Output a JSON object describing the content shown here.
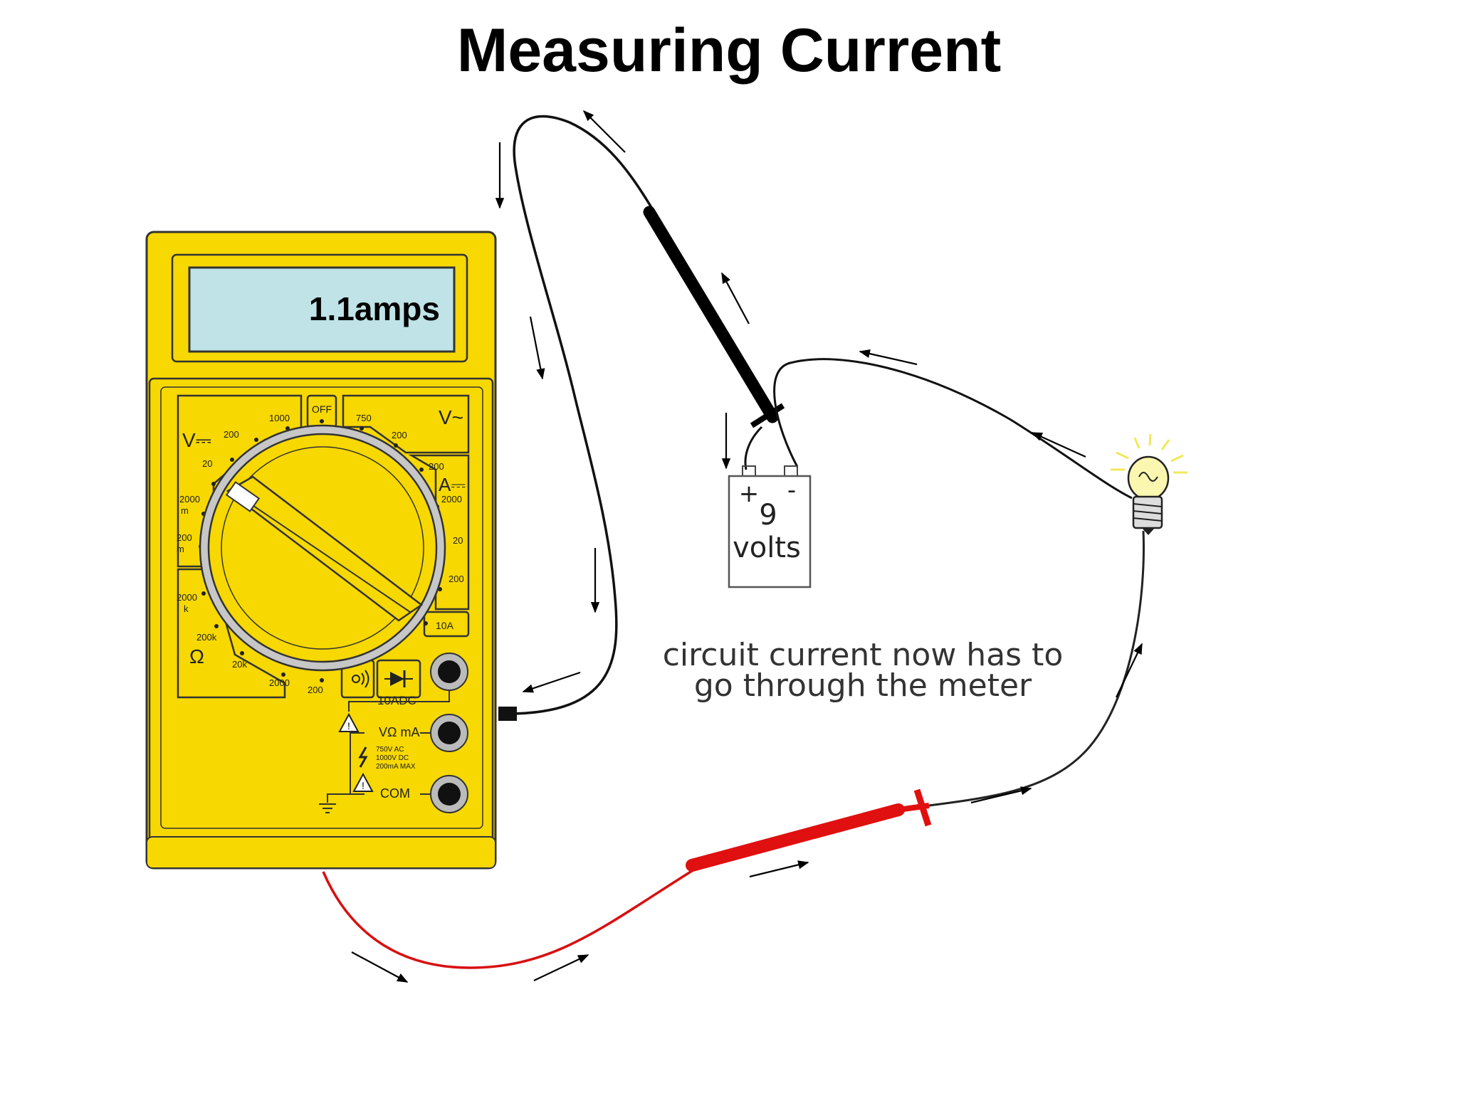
{
  "title": "Measuring Current",
  "meter": {
    "display": "1.1amps",
    "off_label": "OFF",
    "dc_volts_label": "V⎓",
    "ac_volts_label": "V~",
    "dc_amps_label": "A⎓",
    "ohm_label": "Ω",
    "range_1000": "1000",
    "range_200a": "200",
    "range_20a": "20",
    "range_2000m": "2000",
    "range_200m": "200",
    "range_2000k": "2000",
    "range_200k": "200k",
    "range_20k": "20k",
    "range_2000b": "2000",
    "range_200b": "200",
    "range_750": "750",
    "range_200ac": "200",
    "range_amp_200": "200",
    "range_amp_2000": "2000",
    "range_amp_20": "20",
    "range_amp_200m": "200",
    "range_10a": "10A",
    "terminal_10adc": "10ADC",
    "terminal_vohm_ma": "VΩ mA",
    "terminal_com": "COM",
    "spec_1": "750V AC",
    "spec_2": "1000V DC",
    "spec_3": "200mA MAX",
    "m_suffix": "m",
    "k_suffix": "k"
  },
  "battery": {
    "plus": "+",
    "minus": "-",
    "voltage": "9",
    "unit": "volts"
  },
  "caption": {
    "line1": "circuit current now has to",
    "line2": "go through the meter"
  },
  "colors": {
    "meter_body": "#f7d800",
    "meter_outline": "#333333",
    "lcd": "#bfe3e6",
    "test_lead_black": "#000000",
    "test_lead_red": "#e01010",
    "bulb_glow": "#f5ef7a"
  }
}
